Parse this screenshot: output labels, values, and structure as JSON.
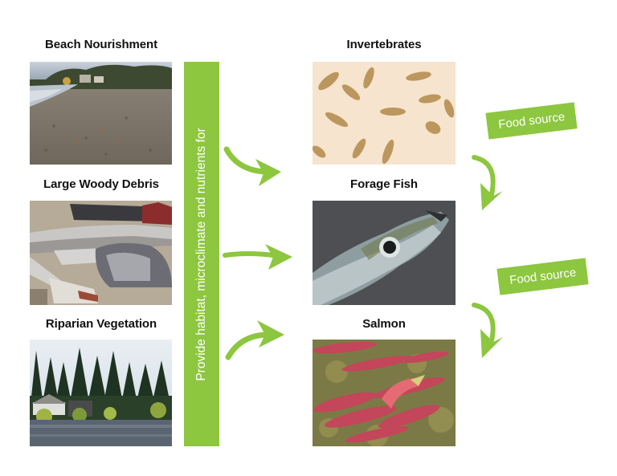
{
  "colors": {
    "accent": "#8dc63f",
    "text": "#111111",
    "background": "#ffffff"
  },
  "sources": [
    {
      "label": "Beach Nourishment",
      "image": "gravel-beach-photo"
    },
    {
      "label": "Large Woody Debris",
      "image": "driftwood-logs-photo"
    },
    {
      "label": "Riparian Vegetation",
      "image": "shoreline-trees-photo"
    }
  ],
  "connector": {
    "text": "Provide habitat, microclimate and nutrients for"
  },
  "targets": [
    {
      "label": "Invertebrates",
      "image": "zooplankton-photo"
    },
    {
      "label": "Forage Fish",
      "image": "sand-lance-fish-photo"
    },
    {
      "label": "Salmon",
      "image": "sockeye-salmon-photo"
    }
  ],
  "food_links": [
    {
      "text": "Food source",
      "from": "Invertebrates",
      "to": "Forage Fish"
    },
    {
      "text": "Food source",
      "from": "Forage Fish",
      "to": "Salmon"
    }
  ]
}
